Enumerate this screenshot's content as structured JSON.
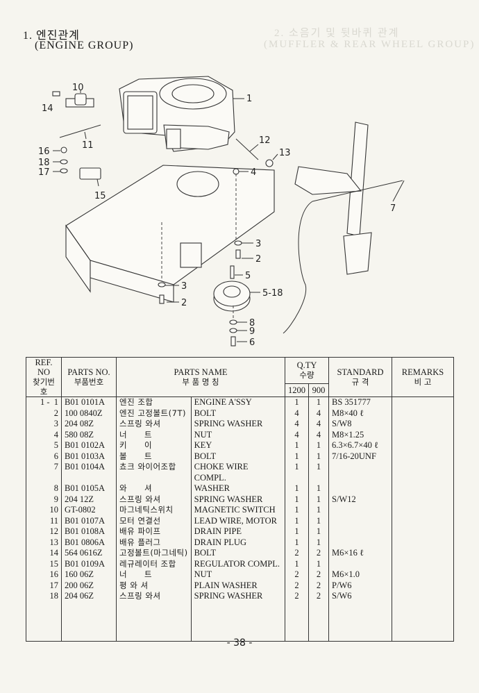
{
  "header": {
    "section_title_kr": "1. 엔진관계",
    "section_title_en": "(ENGINE  GROUP)",
    "ghost_line1": "2. 소음기 및 뒷바퀴 관계",
    "ghost_line2": "(MUFFLER & REAR WHEEL GROUP)"
  },
  "diagram": {
    "callouts": [
      "1",
      "2",
      "2",
      "3",
      "3",
      "4",
      "5",
      "5-18",
      "6",
      "7",
      "8",
      "9",
      "10",
      "11",
      "12",
      "13",
      "14",
      "15",
      "16",
      "17",
      "18"
    ]
  },
  "table": {
    "headers": {
      "ref_en": "REF. NO",
      "ref_kr": "찾기번호",
      "partno_en": "PARTS NO.",
      "partno_kr": "부품번호",
      "name_en": "PARTS NAME",
      "name_kr": "부    품    명    칭",
      "qty_en": "Q.TY",
      "qty_kr": "수량",
      "qty_col1": "1200",
      "qty_col2": "900",
      "std_en": "STANDARD",
      "std_kr": "규    격",
      "rem_en": "REMARKS",
      "rem_kr": "비    고"
    },
    "rows": [
      {
        "ref": "1 -  1",
        "part_no": "B01 0101A",
        "name_kr": "엔진 조합",
        "name_en": "ENGINE A'SSY",
        "qty_1200": "1",
        "qty_900": "1",
        "standard": "BS 351777",
        "remarks": ""
      },
      {
        "ref": "2",
        "part_no": "100 0840Z",
        "name_kr": "엔진 고정볼트(7T)",
        "name_en": "BOLT",
        "qty_1200": "4",
        "qty_900": "4",
        "standard": "M8×40 ℓ",
        "remarks": ""
      },
      {
        "ref": "3",
        "part_no": "204 08Z",
        "name_kr": "스프링 와셔",
        "name_en": "SPRING WASHER",
        "qty_1200": "4",
        "qty_900": "4",
        "standard": "S/W8",
        "remarks": ""
      },
      {
        "ref": "4",
        "part_no": "580 08Z",
        "name_kr": "너      트",
        "name_en": "NUT",
        "qty_1200": "4",
        "qty_900": "4",
        "standard": "M8×1.25",
        "remarks": ""
      },
      {
        "ref": "5",
        "part_no": "B01 0102A",
        "name_kr": "키      이",
        "name_en": "KEY",
        "qty_1200": "1",
        "qty_900": "1",
        "standard": "6.3×6.7×40 ℓ",
        "remarks": ""
      },
      {
        "ref": "6",
        "part_no": "B01 0103A",
        "name_kr": "볼      트",
        "name_en": "BOLT",
        "qty_1200": "1",
        "qty_900": "1",
        "standard": "7/16-20UNF",
        "remarks": ""
      },
      {
        "ref": "7",
        "part_no": "B01 0104A",
        "name_kr": "쵸크 와이어조합",
        "name_en": "CHOKE WIRE COMPL.",
        "qty_1200": "1",
        "qty_900": "1",
        "standard": "",
        "remarks": ""
      },
      {
        "ref": "8",
        "part_no": "B01 0105A",
        "name_kr": "와      셔",
        "name_en": "WASHER",
        "qty_1200": "1",
        "qty_900": "1",
        "standard": "",
        "remarks": ""
      },
      {
        "ref": "9",
        "part_no": "204 12Z",
        "name_kr": "스프링 와셔",
        "name_en": "SPRING WASHER",
        "qty_1200": "1",
        "qty_900": "1",
        "standard": "S/W12",
        "remarks": ""
      },
      {
        "ref": "10",
        "part_no": "GT-0802",
        "name_kr": "마그네틱스위치",
        "name_en": "MAGNETIC SWITCH",
        "qty_1200": "1",
        "qty_900": "1",
        "standard": "",
        "remarks": ""
      },
      {
        "ref": "11",
        "part_no": "B01 0107A",
        "name_kr": "모터 연결선",
        "name_en": "LEAD WIRE, MOTOR",
        "qty_1200": "1",
        "qty_900": "1",
        "standard": "",
        "remarks": ""
      },
      {
        "ref": "12",
        "part_no": "B01 0108A",
        "name_kr": "배유 파이프",
        "name_en": "DRAIN PIPE",
        "qty_1200": "1",
        "qty_900": "1",
        "standard": "",
        "remarks": ""
      },
      {
        "ref": "13",
        "part_no": "B01 0806A",
        "name_kr": "배유 플러그",
        "name_en": "DRAIN PLUG",
        "qty_1200": "1",
        "qty_900": "1",
        "standard": "",
        "remarks": ""
      },
      {
        "ref": "14",
        "part_no": "564 0616Z",
        "name_kr": "고정볼트(마그네틱)",
        "name_en": "BOLT",
        "qty_1200": "2",
        "qty_900": "2",
        "standard": "M6×16 ℓ",
        "remarks": ""
      },
      {
        "ref": "15",
        "part_no": "B01 0109A",
        "name_kr": "레규레이터 조합",
        "name_en": "REGULATOR COMPL.",
        "qty_1200": "1",
        "qty_900": "1",
        "standard": "",
        "remarks": ""
      },
      {
        "ref": "16",
        "part_no": "160 06Z",
        "name_kr": "너      트",
        "name_en": "NUT",
        "qty_1200": "2",
        "qty_900": "2",
        "standard": "M6×1.0",
        "remarks": ""
      },
      {
        "ref": "17",
        "part_no": "200 06Z",
        "name_kr": "평 와 셔",
        "name_en": "PLAIN  WASHER",
        "qty_1200": "2",
        "qty_900": "2",
        "standard": "P/W6",
        "remarks": ""
      },
      {
        "ref": "18",
        "part_no": "204 06Z",
        "name_kr": "스프링 와셔",
        "name_en": "SPRING WASHER",
        "qty_1200": "2",
        "qty_900": "2",
        "standard": "S/W6",
        "remarks": ""
      }
    ]
  },
  "footer": {
    "page_number": "- 38 -"
  }
}
